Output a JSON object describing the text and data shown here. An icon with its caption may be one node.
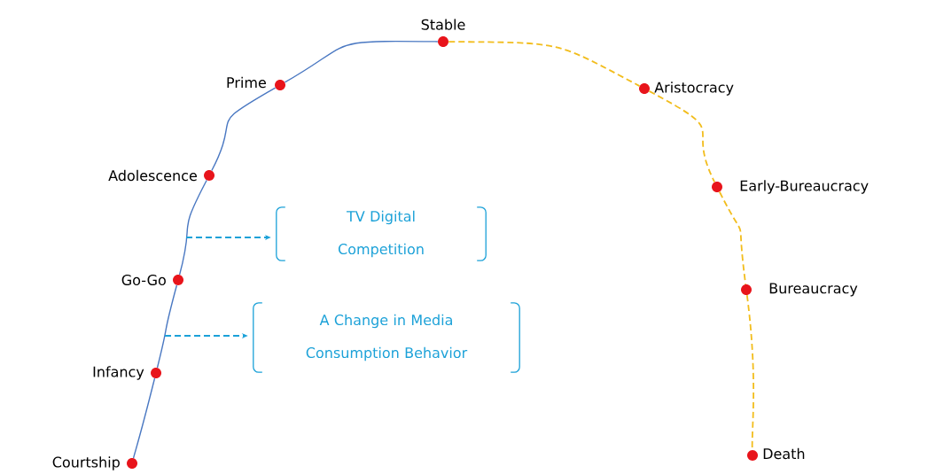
{
  "diagram": {
    "nodes": [
      {
        "text": [],
        "shape": "circle",
        "beside": [
          "Courtship"
        ]
      },
      {
        "text": [],
        "shape": "circle",
        "beside": [
          "Infancy"
        ]
      },
      {
        "text": [],
        "shape": "circle",
        "beside": [
          "Go-Go"
        ]
      },
      {
        "text": [],
        "shape": "circle",
        "beside": [
          "Adolescence"
        ]
      },
      {
        "text": [],
        "shape": "circle",
        "beside": [
          "Prime"
        ]
      },
      {
        "text": [],
        "shape": "circle",
        "beside": [
          "Stable"
        ]
      },
      {
        "text": [],
        "shape": "circle",
        "beside": [
          "Aristocracy"
        ]
      },
      {
        "text": [],
        "shape": "circle",
        "beside": [
          "Early-Bureaucracy"
        ]
      },
      {
        "text": [],
        "shape": "circle",
        "beside": [
          "Bureaucracy"
        ]
      },
      {
        "text": [],
        "shape": "circle",
        "beside": [
          "Death"
        ]
      },
      {
        "text": [
          "TV Digital Competition"
        ]
      },
      {
        "text": [
          "A Change in Media Consumption Behavior"
        ]
      }
    ],
    "edges": [
      {
        "from": 0,
        "to": 1,
        "arrow": "none"
      },
      {
        "from": 1,
        "to": 2,
        "arrow": "none"
      },
      {
        "from": 2,
        "to": 3,
        "arrow": "none"
      },
      {
        "from": 3,
        "to": 4,
        "arrow": "none"
      },
      {
        "from": 4,
        "to": 5,
        "arrow": "none"
      },
      {
        "from": 5,
        "to": 6,
        "arrow": "none",
        "style": "dashed",
        "color": "#f2bd1d"
      },
      {
        "from": 6,
        "to": 7,
        "arrow": "none",
        "style": "dashed",
        "color": "#f2bd1d"
      },
      {
        "from": 7,
        "to": 8,
        "arrow": "none",
        "style": "dashed",
        "color": "#f2bd1d"
      },
      {
        "from": 8,
        "to": 9,
        "arrow": "none",
        "style": "dashed",
        "color": "#f2bd1d"
      },
      {
        "from": null,
        "to": 10,
        "arrow": "to",
        "style": "dashed",
        "color": "#1ba1d8"
      },
      {
        "from": null,
        "to": 11,
        "arrow": "to",
        "style": "dashed",
        "color": "#1ba1d8"
      }
    ]
  }
}
